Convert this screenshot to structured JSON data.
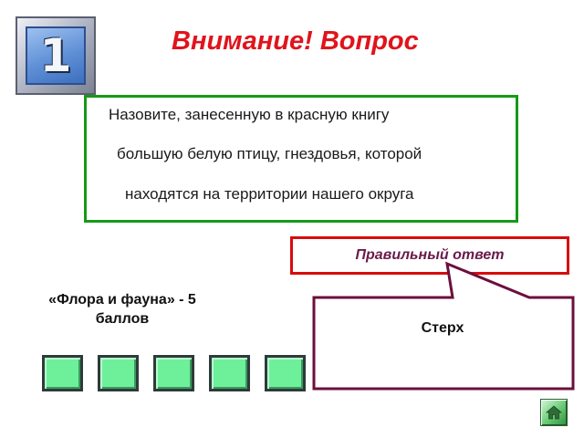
{
  "slide": {
    "number": "1",
    "title": "Внимание! Вопрос",
    "question_lines": [
      "Назовите, занесенную в красную книгу",
      "большую белую птицу, гнездовья, которой",
      "находятся на территории нашего округа"
    ],
    "answer_button_label": "Правильный ответ",
    "category_line1": "«Флора и фауна» - 5",
    "category_line2": "баллов",
    "answer": "Стерх",
    "score_squares": 5,
    "home_icon": "home-icon"
  },
  "colors": {
    "title": "#e0141c",
    "question_border": "#169a16",
    "answer_button_border": "#d80c0c",
    "answer_button_text": "#6a1a4a",
    "callout_border": "#6b0f3c",
    "square_fill": "#6ef09a"
  }
}
